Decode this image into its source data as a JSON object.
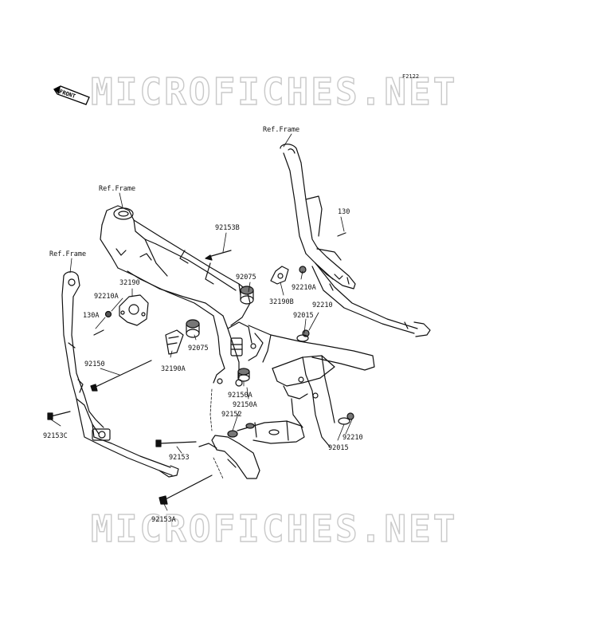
{
  "diagram": {
    "figure_code": "F2122",
    "watermark": "MICROFICHES.NET",
    "front_badge": "FRONT",
    "labels": [
      {
        "id": "ref-frame-top-right",
        "text": "Ref.Frame"
      },
      {
        "id": "ref-frame-top-left",
        "text": "Ref.Frame"
      },
      {
        "id": "ref-frame-left",
        "text": "Ref.Frame"
      },
      {
        "id": "92153b",
        "text": "92153B"
      },
      {
        "id": "130",
        "text": "130"
      },
      {
        "id": "32190",
        "text": "32190"
      },
      {
        "id": "92210a-left",
        "text": "92210A"
      },
      {
        "id": "130a",
        "text": "130A"
      },
      {
        "id": "92075-top",
        "text": "92075"
      },
      {
        "id": "92210a-right",
        "text": "92210A"
      },
      {
        "id": "32190b",
        "text": "32190B"
      },
      {
        "id": "92210-top",
        "text": "92210"
      },
      {
        "id": "92015-top",
        "text": "92015"
      },
      {
        "id": "92075-mid",
        "text": "92075"
      },
      {
        "id": "92150",
        "text": "92150"
      },
      {
        "id": "32190a",
        "text": "32190A"
      },
      {
        "id": "92150a-1",
        "text": "92150A"
      },
      {
        "id": "92150a-2",
        "text": "92150A"
      },
      {
        "id": "92152",
        "text": "92152"
      },
      {
        "id": "92153c",
        "text": "92153C"
      },
      {
        "id": "92153",
        "text": "92153"
      },
      {
        "id": "92210-bottom",
        "text": "92210"
      },
      {
        "id": "92015-bottom",
        "text": "92015"
      },
      {
        "id": "92153a",
        "text": "92153A"
      }
    ]
  }
}
